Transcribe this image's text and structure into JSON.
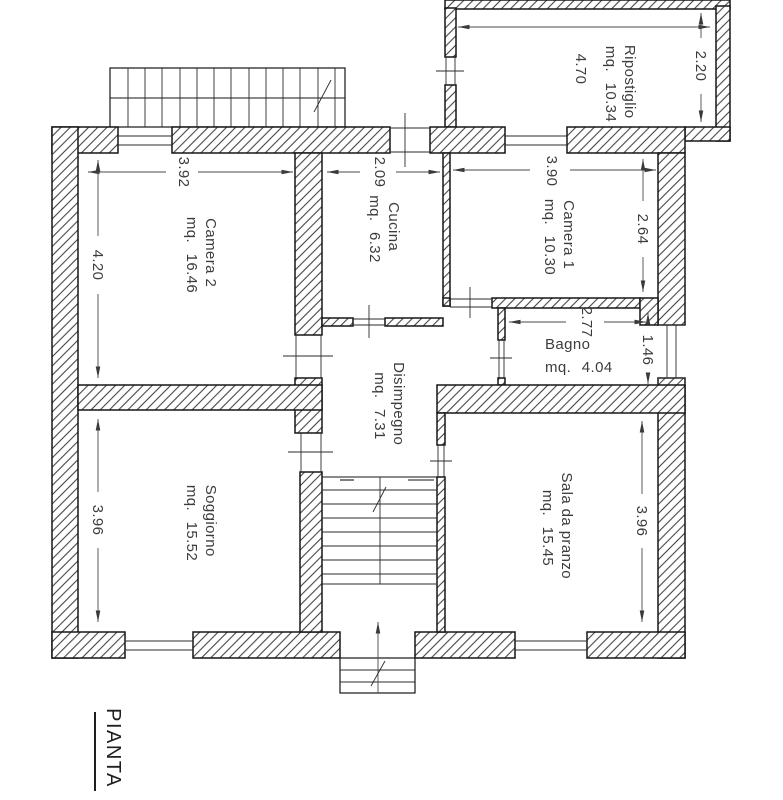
{
  "drawing": {
    "plan_label": "PIANTA",
    "rooms": [
      {
        "name": "Ripostiglio",
        "area": "mq. 10.34"
      },
      {
        "name": "Camera 2",
        "area": "mq. 16.46"
      },
      {
        "name": "Cucina",
        "area": "mq. 6.32"
      },
      {
        "name": "Camera 1",
        "area": "mq. 10.30"
      },
      {
        "name": "Bagno",
        "area": "mq. 4.04"
      },
      {
        "name": "Disimpegno",
        "area": "mq. 7.31"
      },
      {
        "name": "Soggiorno",
        "area": "mq. 15.52"
      },
      {
        "name": "Sala da pranzo",
        "area": "mq. 15.45"
      }
    ],
    "dims": {
      "ripostiglio_w": "4.70",
      "ripostiglio_d": "2.20",
      "camera2_w": "3.92",
      "camera2_d": "4.20",
      "cucina_w": "2.09",
      "camera1_w": "3.90",
      "camera1_d": "2.64",
      "bagno_w": "2.77",
      "bagno_d": "1.46",
      "soggiorno_d": "3.96",
      "sala_d": "3.96"
    }
  }
}
